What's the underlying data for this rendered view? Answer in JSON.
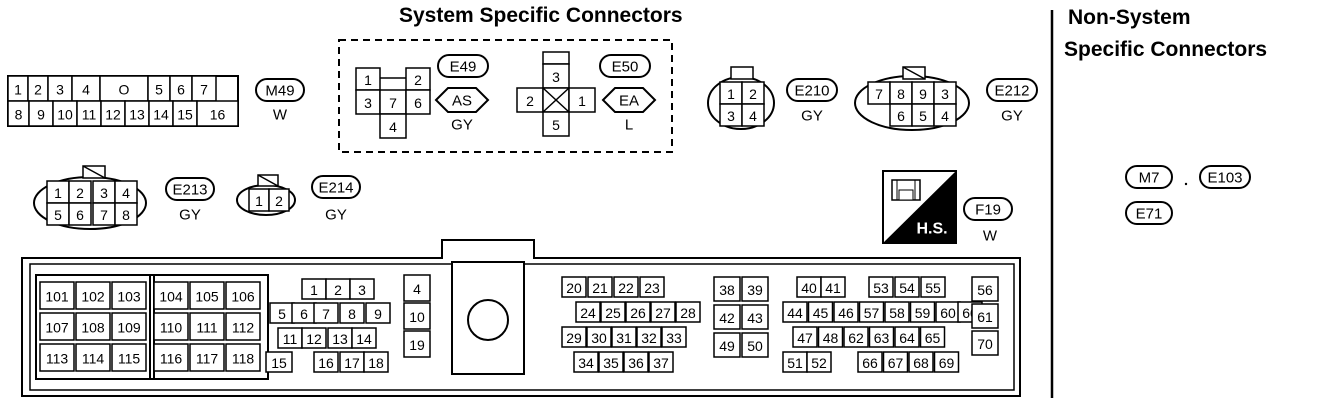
{
  "headings": {
    "system": "System Specific Connectors",
    "nonsystem_line1": "Non-System",
    "nonsystem_line2": "Specific Connectors"
  },
  "connectors": {
    "m49": {
      "id": "M49",
      "color": "W",
      "row1": [
        "1",
        "2",
        "3",
        "4",
        "O",
        "5",
        "6",
        "7"
      ],
      "row2": [
        "8",
        "9",
        "10",
        "11",
        "12",
        "13",
        "14",
        "15",
        "16"
      ]
    },
    "e49": {
      "id": "E49",
      "tag": "AS",
      "color": "GY",
      "pins": [
        "1",
        "2",
        "3",
        "7",
        "6",
        "4"
      ]
    },
    "e50": {
      "id": "E50",
      "tag": "EA",
      "color": "L",
      "pins": [
        "3",
        "2",
        "1",
        "5"
      ]
    },
    "e210": {
      "id": "E210",
      "color": "GY",
      "pins": [
        "1",
        "2",
        "3",
        "4"
      ]
    },
    "e212": {
      "id": "E212",
      "color": "GY",
      "pins": [
        "7",
        "8",
        "9",
        "3",
        "6",
        "5",
        "4"
      ]
    },
    "e213": {
      "id": "E213",
      "color": "GY",
      "pins": [
        "1",
        "2",
        "3",
        "4",
        "5",
        "6",
        "7",
        "8"
      ]
    },
    "e214": {
      "id": "E214",
      "color": "GY",
      "pins": [
        "1",
        "2"
      ]
    },
    "f19": {
      "id": "F19",
      "color": "W",
      "badge": "H.S."
    },
    "nonsystem": [
      "M7",
      "E103",
      "E71"
    ],
    "ecm": {
      "block_a": [
        "101",
        "102",
        "103",
        "107",
        "108",
        "109",
        "113",
        "114",
        "115"
      ],
      "block_b": [
        "104",
        "105",
        "106",
        "110",
        "111",
        "112",
        "116",
        "117",
        "118"
      ],
      "block_c": [
        "1",
        "2",
        "3",
        "5",
        "6",
        "7",
        "8",
        "9",
        "11",
        "12",
        "13",
        "14",
        "15",
        "16",
        "17",
        "18"
      ],
      "block_d": [
        "4",
        "10",
        "19"
      ],
      "block_e": [
        "20",
        "21",
        "22",
        "23",
        "24",
        "25",
        "26",
        "27",
        "28",
        "29",
        "30",
        "31",
        "32",
        "33",
        "34",
        "35",
        "36",
        "37"
      ],
      "block_f": [
        "38",
        "39",
        "42",
        "43",
        "49",
        "50"
      ],
      "block_g": [
        "40",
        "41",
        "53",
        "54",
        "55",
        "44",
        "45",
        "46",
        "57",
        "58",
        "59",
        "60",
        "47",
        "48",
        "62",
        "63",
        "64",
        "65",
        "51",
        "52",
        "66",
        "67",
        "68",
        "69"
      ],
      "block_h": [
        "56",
        "61",
        "70"
      ]
    }
  }
}
